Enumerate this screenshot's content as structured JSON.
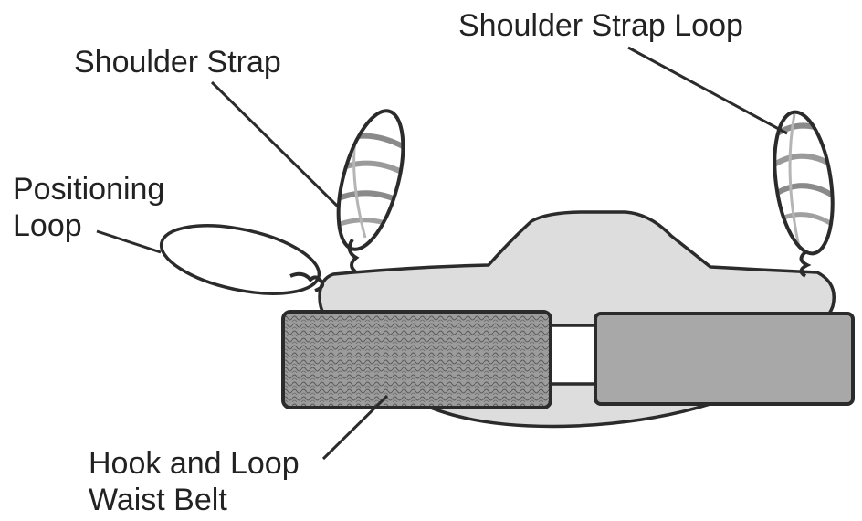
{
  "labels": {
    "shoulder_strap_loop": "Shoulder Strap Loop",
    "shoulder_strap": "Shoulder Strap",
    "positioning_loop_line1": "Positioning",
    "positioning_loop_line2": "Loop",
    "waist_belt_line1": "Hook and Loop",
    "waist_belt_line2": "Waist Belt"
  },
  "colors": {
    "outline": "#2b2b2b",
    "body_fill": "#dddddd",
    "mesh_fill": "#9a9a9a",
    "solid_belt_fill": "#a8a8a8",
    "strap_hatch": "#8a8a8a"
  }
}
